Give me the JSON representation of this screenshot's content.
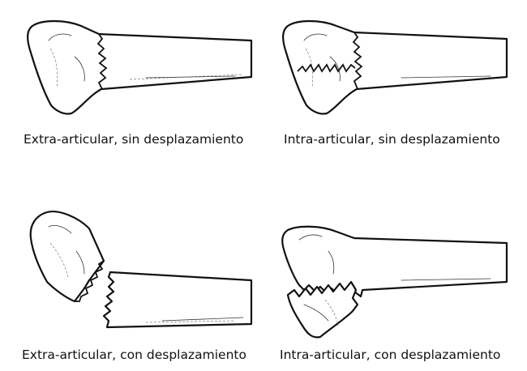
{
  "panels": [
    {
      "caption": "Extra-articular, sin desplazamiento"
    },
    {
      "caption": "Intra-articular, sin desplazamiento"
    },
    {
      "caption": "Extra-articular, con desplazamiento"
    },
    {
      "caption": "Intra-articular, con desplazamiento"
    }
  ]
}
